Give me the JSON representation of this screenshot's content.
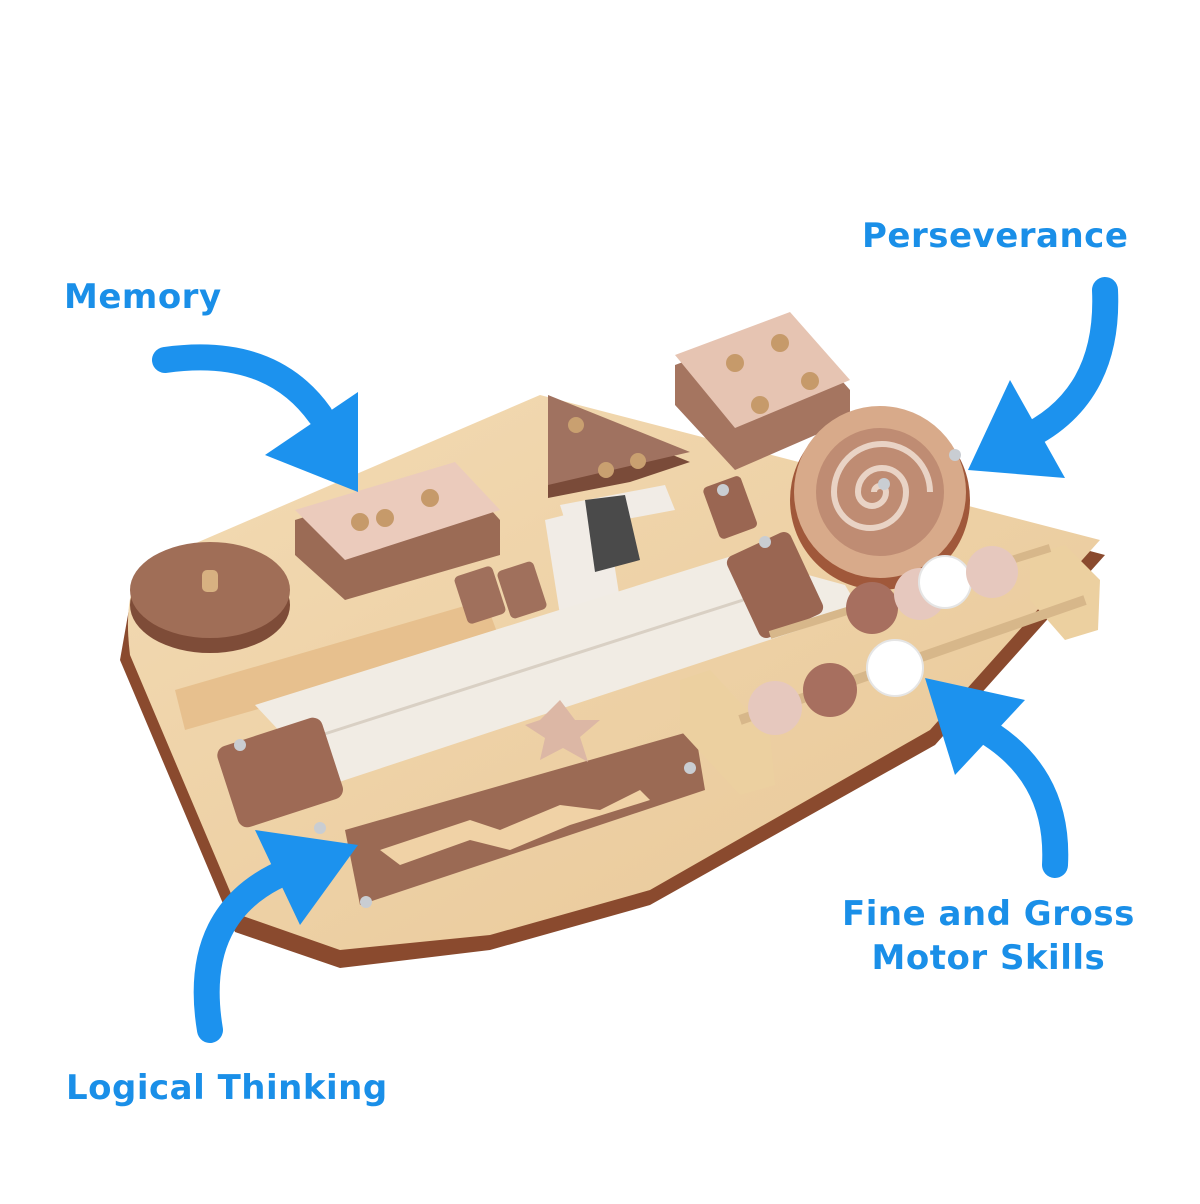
{
  "labels": {
    "memory": "Memory",
    "perseverance": "Perseverance",
    "fine_gross_line1": "Fine and Gross",
    "fine_gross_line2": "Motor Skills",
    "logical_thinking": "Logical Thinking"
  },
  "colors": {
    "label_text": "#1a8fe8",
    "arrow": "#1c92ee",
    "board_face": "#f0d2a6",
    "board_edge": "#8a4a2e",
    "piece_brown": "#9a6652",
    "piece_pink": "#e7c5b4",
    "zipper": "#f1ece4"
  },
  "icons": [
    "memory-arrow-icon",
    "perseverance-arrow-icon",
    "motor-skills-arrow-icon",
    "logic-arrow-icon"
  ]
}
